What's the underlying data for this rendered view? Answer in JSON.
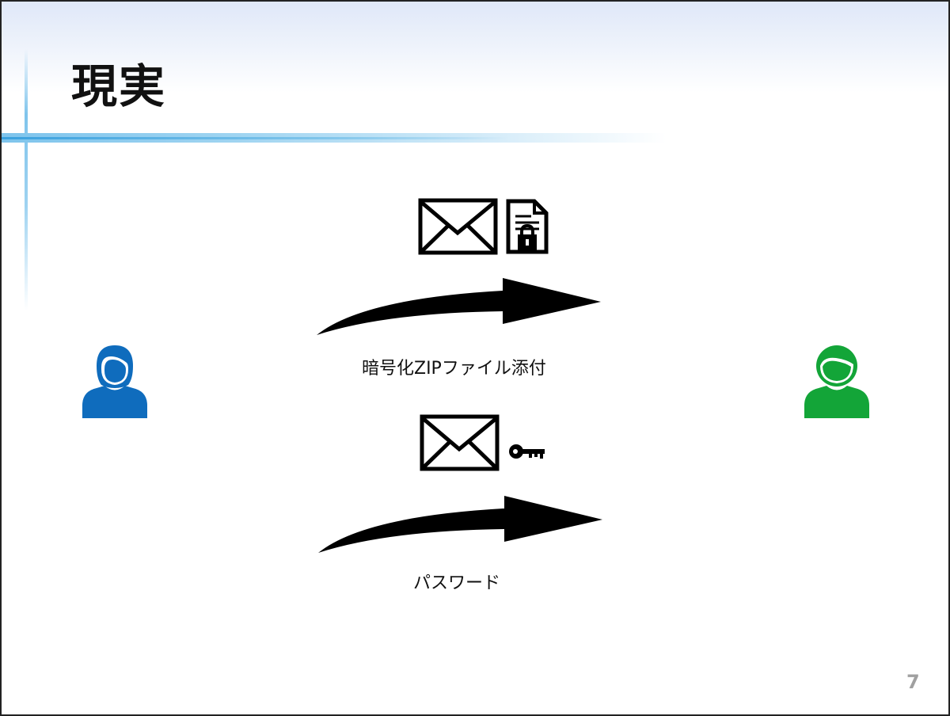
{
  "slide": {
    "title": "現実",
    "page_number": "7",
    "steps": [
      {
        "caption": "暗号化ZIPファイル添付"
      },
      {
        "caption": "パスワード"
      }
    ]
  },
  "colors": {
    "sender": "#0f6cbd",
    "receiver": "#13a538",
    "accent_line": "#7ec4ec",
    "icon": "#000000",
    "page_number": "#a0a0a0"
  },
  "icons": {
    "sender": "person-female-icon",
    "receiver": "person-male-icon",
    "mail": "envelope-icon",
    "attachment": "locked-document-icon",
    "password": "key-icon",
    "arrow": "curved-arrow-icon"
  }
}
